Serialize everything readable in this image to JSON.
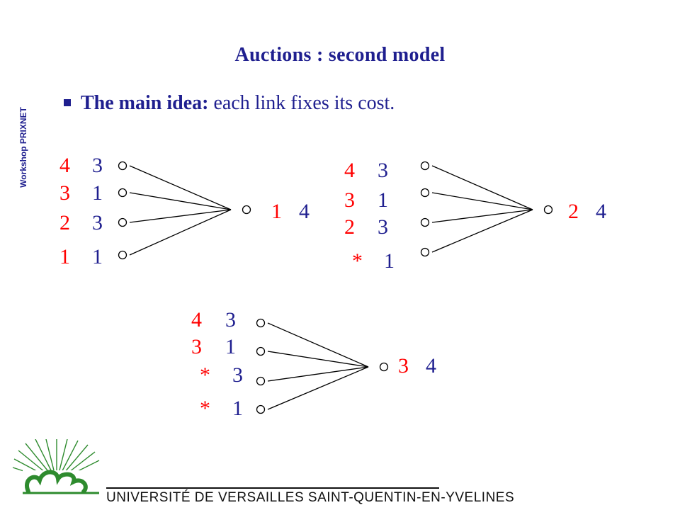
{
  "slide": {
    "title": "Auctions : second  model",
    "side_label": "Workshop PRIXNET",
    "bullet_bold": "The main idea:",
    "bullet_text": " each link fixes its cost."
  },
  "colors": {
    "red": "#ff0000",
    "blue": "#1f1f8f",
    "line": "#000000",
    "logo_green": "#2e8b2e"
  },
  "diagrams": [
    {
      "id": "a",
      "rows": [
        {
          "left": "4",
          "right": "3"
        },
        {
          "left": "3",
          "right": "1"
        },
        {
          "left": "2",
          "right": "3"
        },
        {
          "left": "1",
          "right": "1"
        }
      ],
      "result_left": "1",
      "result_right": "4"
    },
    {
      "id": "b",
      "rows": [
        {
          "left": "4",
          "right": "3"
        },
        {
          "left": "3",
          "right": "1"
        },
        {
          "left": "2",
          "right": "3"
        },
        {
          "left": "*",
          "right": "1"
        }
      ],
      "result_left": "2",
      "result_right": "4"
    },
    {
      "id": "c",
      "rows": [
        {
          "left": "4",
          "right": "3"
        },
        {
          "left": "3",
          "right": "1"
        },
        {
          "left": "*",
          "right": "3"
        },
        {
          "left": "*",
          "right": "1"
        }
      ],
      "result_left": "3",
      "result_right": "4"
    }
  ],
  "footer": {
    "university": "UNIVERSITÉ DE VERSAILLES SAINT-QUENTIN-EN-YVELINES"
  }
}
